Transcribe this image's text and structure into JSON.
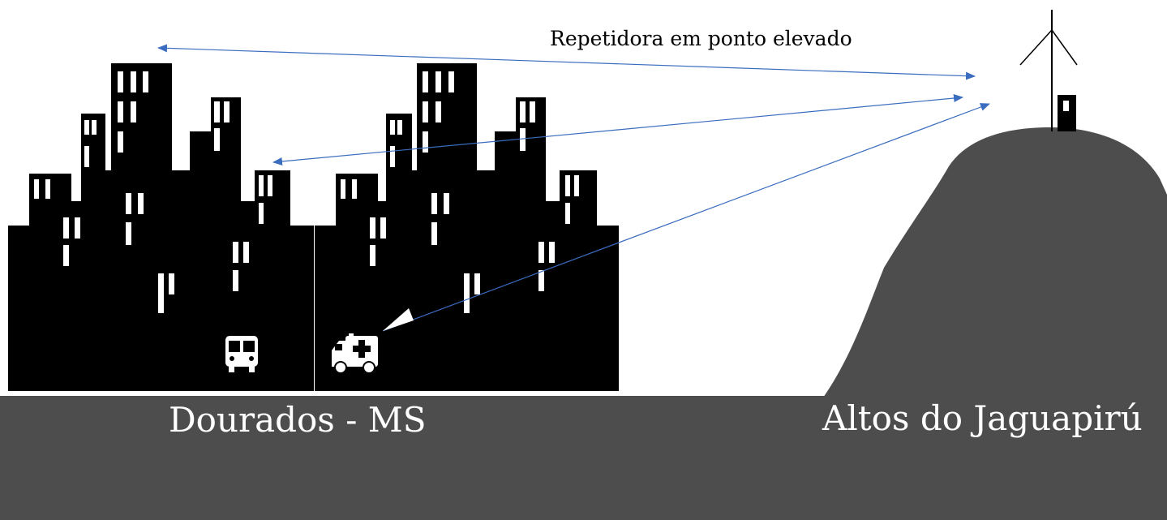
{
  "diagram": {
    "repeater_label": "Repetidora em ponto elevado",
    "city_label": "Dourados - MS",
    "hill_label": "Altos do Jaguapirú",
    "colors": {
      "ground": "#4d4d4d",
      "hill": "#4d4d4d",
      "buildings": "#000000",
      "windows": "#ffffff",
      "arrows": "#3a6cbf",
      "tower": "#000000"
    },
    "icons": [
      "bus-icon",
      "ambulance-icon",
      "antenna-tower-icon"
    ]
  }
}
